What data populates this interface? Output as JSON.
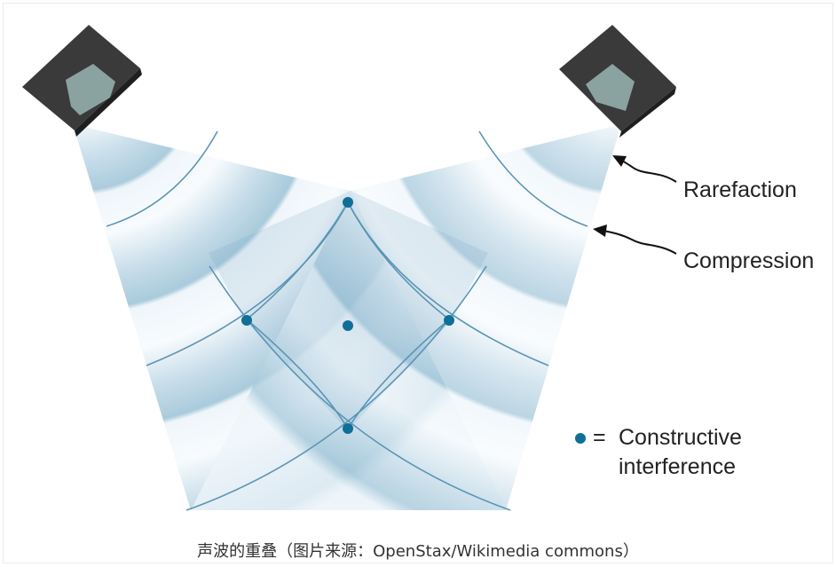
{
  "labels": {
    "rarefaction": "Rarefaction",
    "compression": "Compression",
    "legend_symbol": "=",
    "legend_line1": "Constructive",
    "legend_line2": "interference"
  },
  "caption": "声波的重叠（图片来源：OpenStax/Wikimedia commons）",
  "colors": {
    "beam_light": "#eef5fb",
    "beam_dark": "#9cc4d8",
    "wave_line": "#4f8fb0",
    "dot": "#0f6f99",
    "speaker_body": "#3a3a3a",
    "speaker_cone": "#8aa3a0"
  },
  "icons": [
    "speaker-left-icon",
    "speaker-right-icon",
    "arrow-icon",
    "dot-icon"
  ]
}
